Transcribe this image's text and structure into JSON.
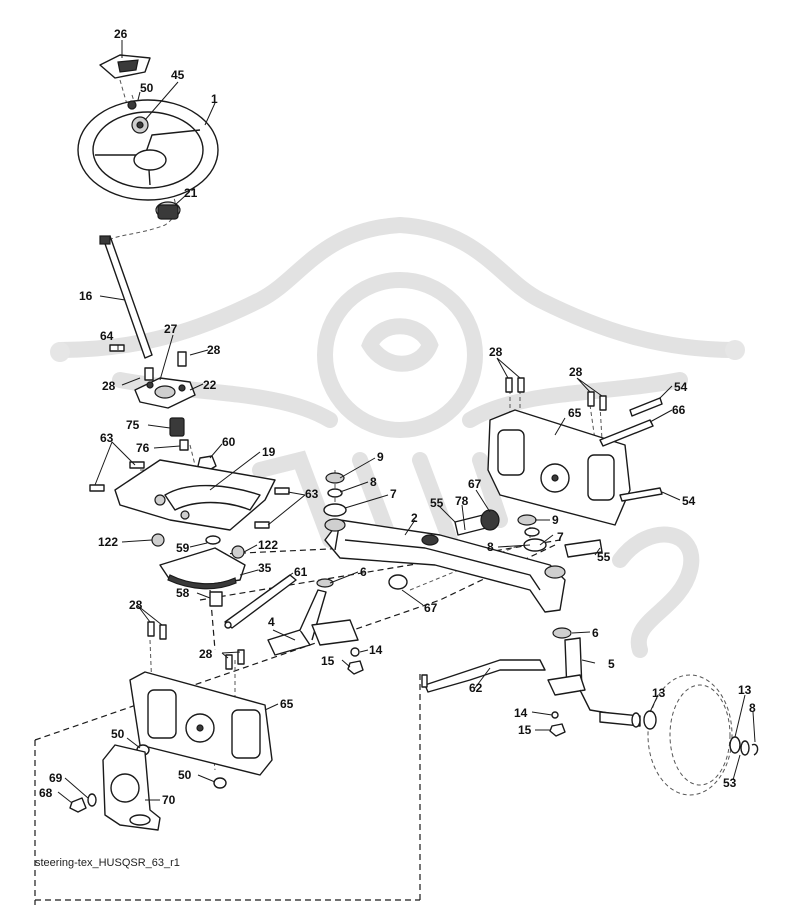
{
  "caption": "steering-tex_HUSQSR_63_r1",
  "callouts": [
    "26",
    "50",
    "45",
    "1",
    "21",
    "16",
    "64",
    "27",
    "28",
    "28",
    "22",
    "75",
    "76",
    "60",
    "63",
    "19",
    "63",
    "9",
    "8",
    "7",
    "122",
    "59",
    "122",
    "35",
    "61",
    "58",
    "28",
    "28",
    "4",
    "6",
    "14",
    "15",
    "65",
    "50",
    "50",
    "69",
    "68",
    "70",
    "28",
    "28",
    "54",
    "66",
    "65",
    "54",
    "67",
    "55",
    "78",
    "2",
    "9",
    "8",
    "7",
    "55",
    "67",
    "6",
    "5",
    "62",
    "13",
    "13",
    "14",
    "15",
    "8",
    "53"
  ]
}
